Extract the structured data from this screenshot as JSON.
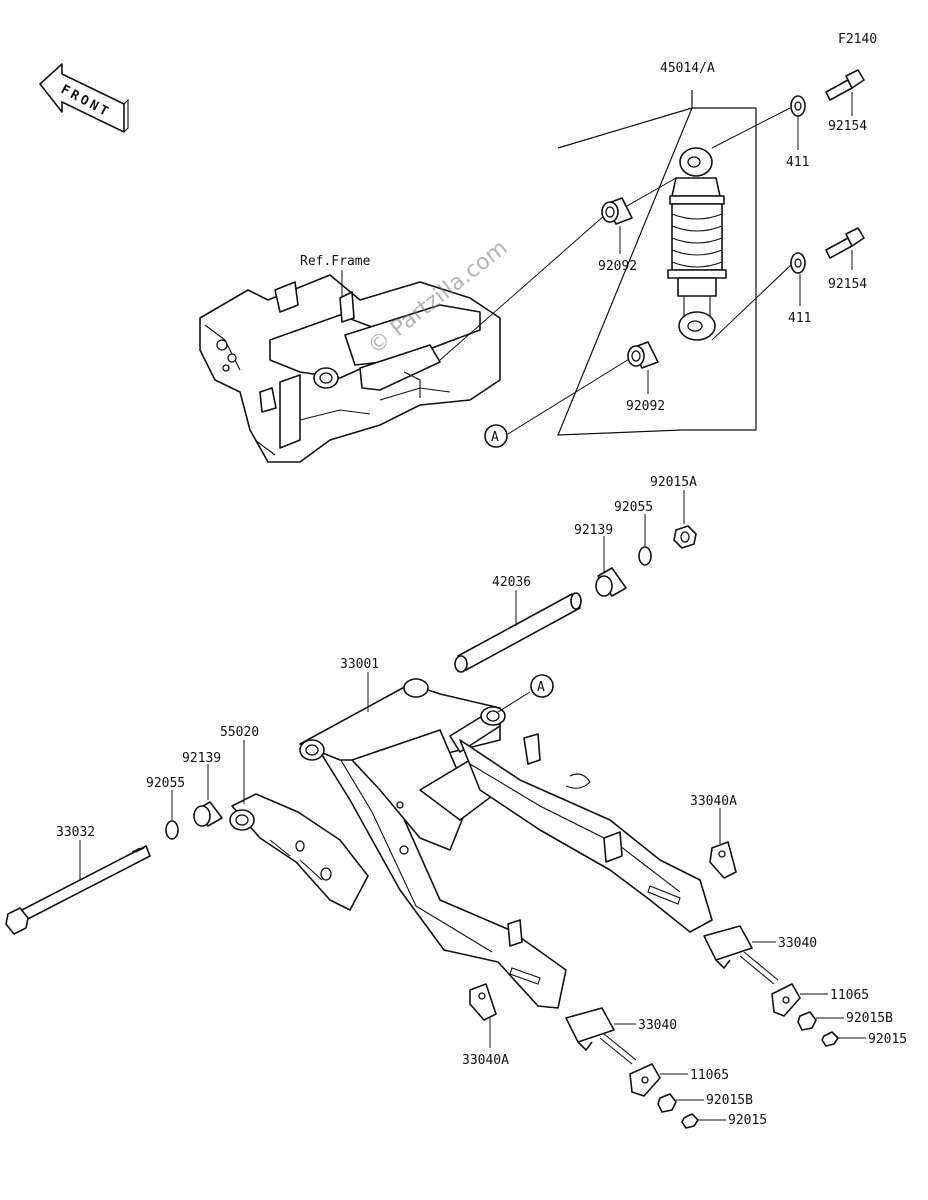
{
  "figure_code": "F2140",
  "front_arrow_label": "FRONT",
  "ref_frame_label": "Ref.Frame",
  "watermark": "© Partzilla.com",
  "callout_a": "A",
  "parts": {
    "p45014A": "45014/A",
    "p92154_top": "92154",
    "p411_top": "411",
    "p92092_top": "92092",
    "p92154_mid": "92154",
    "p411_mid": "411",
    "p92092_low": "92092",
    "p92015A": "92015A",
    "p92055_right": "92055",
    "p92139_right": "92139",
    "p42036": "42036",
    "p33001": "33001",
    "p55020": "55020",
    "p92139_left": "92139",
    "p92055_left": "92055",
    "p33032": "33032",
    "p33040A_right": "33040A",
    "p33040_right": "33040",
    "p11065_right": "11065",
    "p92015B_right": "92015B",
    "p92015_right": "92015",
    "p33040_left": "33040",
    "p33040A_left": "33040A",
    "p11065_left": "11065",
    "p92015B_left": "92015B",
    "p92015_left": "92015"
  }
}
